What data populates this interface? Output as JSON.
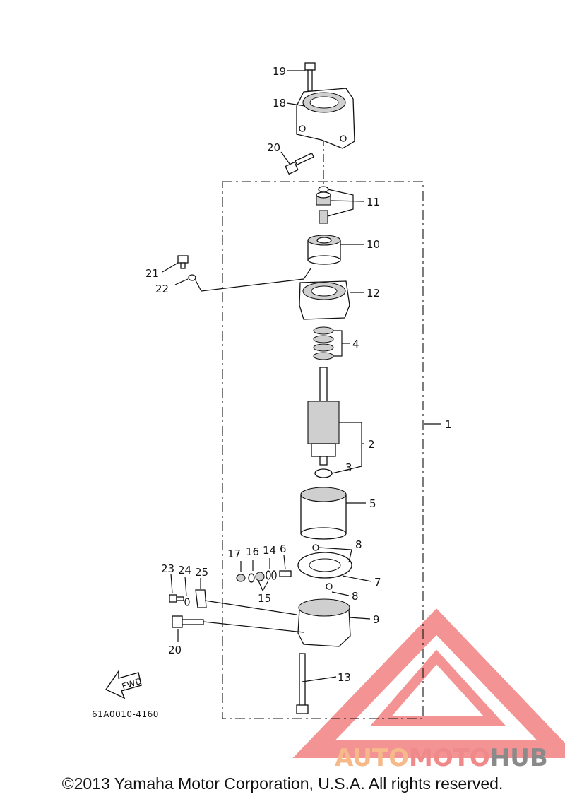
{
  "diagram": {
    "part_labels": {
      "p1": "1",
      "p2": "2",
      "p3": "3",
      "p4": "4",
      "p5": "5",
      "p6": "6",
      "p7": "7",
      "p8a": "8",
      "p8b": "8",
      "p9": "9",
      "p10": "10",
      "p11": "11",
      "p12": "12",
      "p13": "13",
      "p14": "14",
      "p15": "15",
      "p16": "16",
      "p17": "17",
      "p18": "18",
      "p19": "19",
      "p20a": "20",
      "p20b": "20",
      "p21": "21",
      "p22": "22",
      "p23": "23",
      "p24": "24",
      "p25": "25"
    },
    "fwd_label": "FWD",
    "figure_code": "61A0010-4160"
  },
  "watermark": {
    "part1": "AUTO",
    "part2": "MOTO",
    "part3": "HUB",
    "color1": "#f5b98a",
    "color2": "#f08a8a",
    "color3": "#8a8a8a",
    "logo_color": "#f07a7a"
  },
  "copyright": "©2013 Yamaha Motor Corporation, U.S.A. All rights reserved."
}
